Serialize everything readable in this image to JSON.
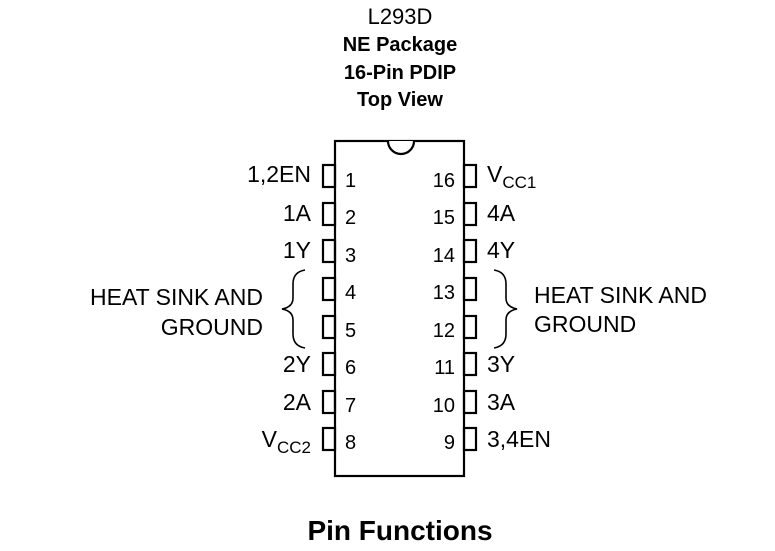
{
  "header": {
    "part": "L293D",
    "package": "NE Package",
    "pins": "16-Pin PDIP",
    "view": "Top View"
  },
  "pins_left": [
    {
      "num": "1",
      "name": "1,2EN"
    },
    {
      "num": "2",
      "name": "1A"
    },
    {
      "num": "3",
      "name": "1Y"
    },
    {
      "num": "4",
      "name": ""
    },
    {
      "num": "5",
      "name": ""
    },
    {
      "num": "6",
      "name": "2Y"
    },
    {
      "num": "7",
      "name": "2A"
    },
    {
      "num": "8",
      "name_main": "V",
      "name_sub": "CC2"
    }
  ],
  "pins_right": [
    {
      "num": "16",
      "name_main": "V",
      "name_sub": "CC1"
    },
    {
      "num": "15",
      "name": "4A"
    },
    {
      "num": "14",
      "name": "4Y"
    },
    {
      "num": "13",
      "name": ""
    },
    {
      "num": "12",
      "name": ""
    },
    {
      "num": "11",
      "name": "3Y"
    },
    {
      "num": "10",
      "name": "3A"
    },
    {
      "num": "9",
      "name": "3,4EN"
    }
  ],
  "heat_sink": {
    "left_line1": "HEAT SINK AND",
    "left_line2": "GROUND",
    "right_line1": "HEAT SINK AND",
    "right_line2": "GROUND"
  },
  "footer": {
    "title": "Pin Functions"
  }
}
